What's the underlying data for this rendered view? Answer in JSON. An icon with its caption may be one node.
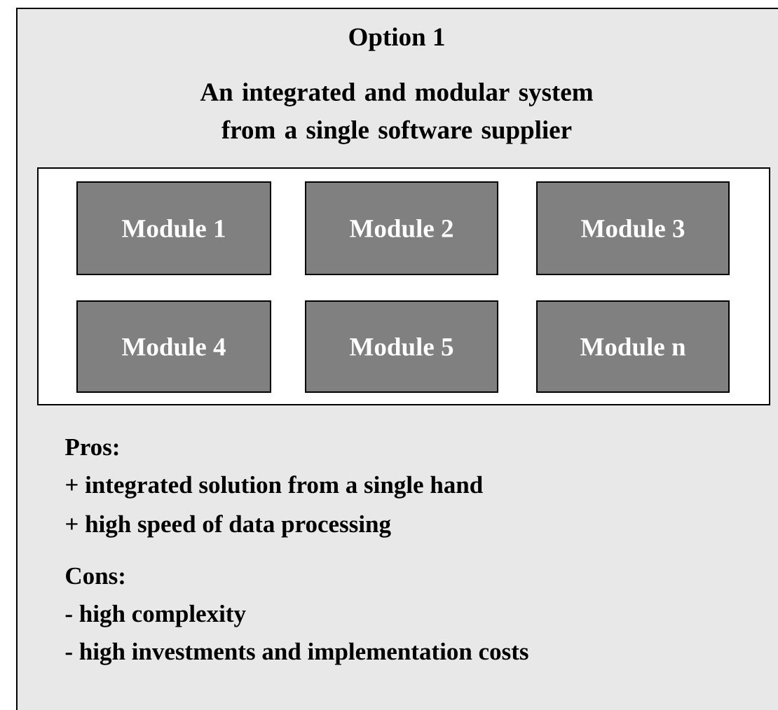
{
  "diagram": {
    "nodes": [
      {
        "text": [
          "Option 1",
          "An integrated and modular system from a single software supplier"
        ]
      },
      {
        "text": [],
        "shape": "box",
        "in": 0
      },
      {
        "text": [
          "Module 1"
        ],
        "in": 1
      },
      {
        "text": [
          "Module 2"
        ],
        "in": 1
      },
      {
        "text": [
          "Module 3"
        ],
        "in": 1
      },
      {
        "text": [
          "Module 4"
        ],
        "in": 1
      },
      {
        "text": [
          "Module 5"
        ],
        "in": 1
      },
      {
        "text": [
          "Module n"
        ],
        "in": 1
      }
    ],
    "labels": [
      "Pros:",
      "+ integrated solution from a single hand",
      "+ high speed of data processing",
      "Cons:",
      "- high complexity",
      "- high investments and implementation costs"
    ]
  }
}
